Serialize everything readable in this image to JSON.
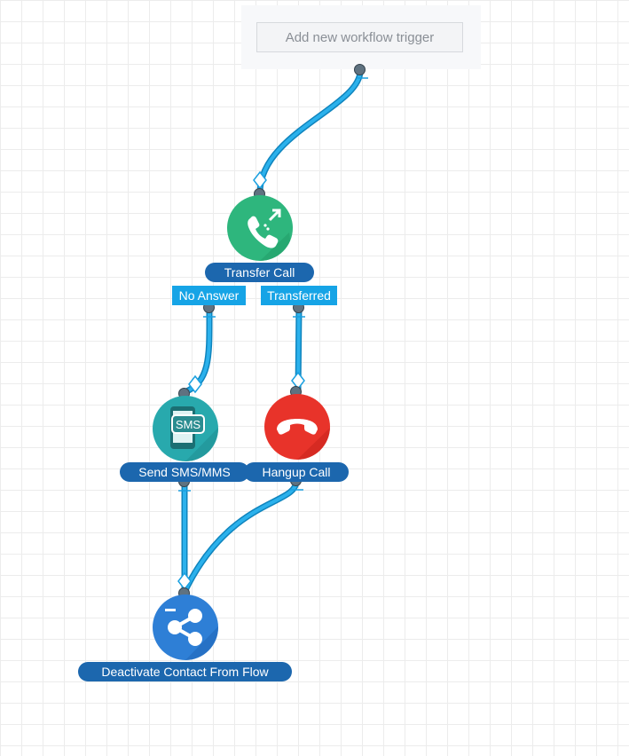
{
  "trigger": {
    "add_label": "Add new workflow trigger"
  },
  "nodes": {
    "transfer_call": {
      "label": "Transfer Call",
      "color": "#2eb67d"
    },
    "send_sms": {
      "label": "Send SMS/MMS",
      "color": "#28a9ad",
      "icon_text": "SMS"
    },
    "hangup_call": {
      "label": "Hangup Call",
      "color": "#e8332a"
    },
    "deactivate_contact": {
      "label": "Deactivate Contact From Flow",
      "color": "#2e7fd6"
    }
  },
  "branches": {
    "no_answer": "No Answer",
    "transferred": "Transferred"
  },
  "colors": {
    "connector": "#1aa0e0",
    "label_bg": "#1c67ae",
    "branch_bg": "#16a4e6",
    "port": "#5f7280"
  }
}
